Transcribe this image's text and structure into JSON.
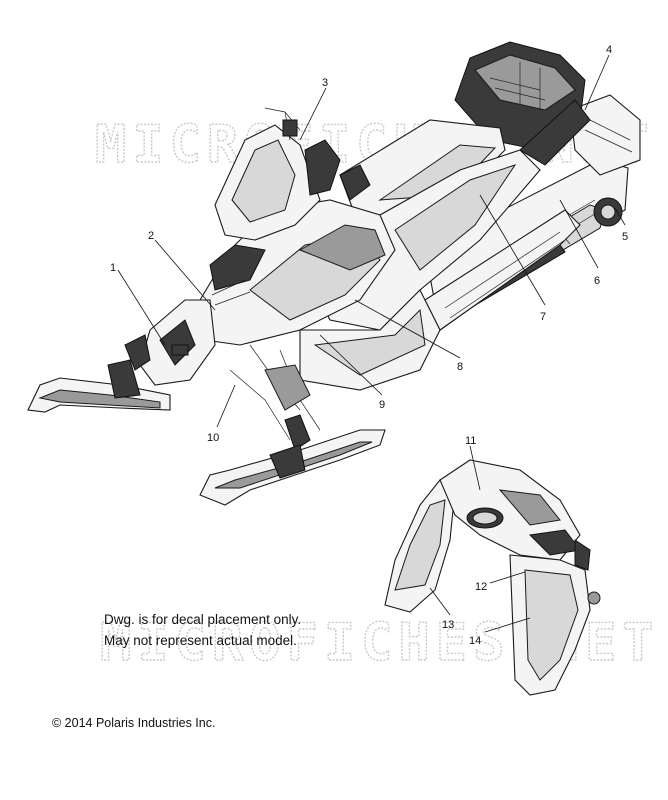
{
  "watermark": {
    "text_top": "MICROFICHES.NET",
    "text_bottom": "MICROFICHES.NET"
  },
  "callouts": [
    "1",
    "2",
    "3",
    "4",
    "5",
    "6",
    "7",
    "8",
    "9",
    "10",
    "11",
    "12",
    "13",
    "14"
  ],
  "note": {
    "line1": "Dwg. is for decal placement only.",
    "line2": "May not represent actual model."
  },
  "copyright": "© 2014 Polaris Industries Inc."
}
